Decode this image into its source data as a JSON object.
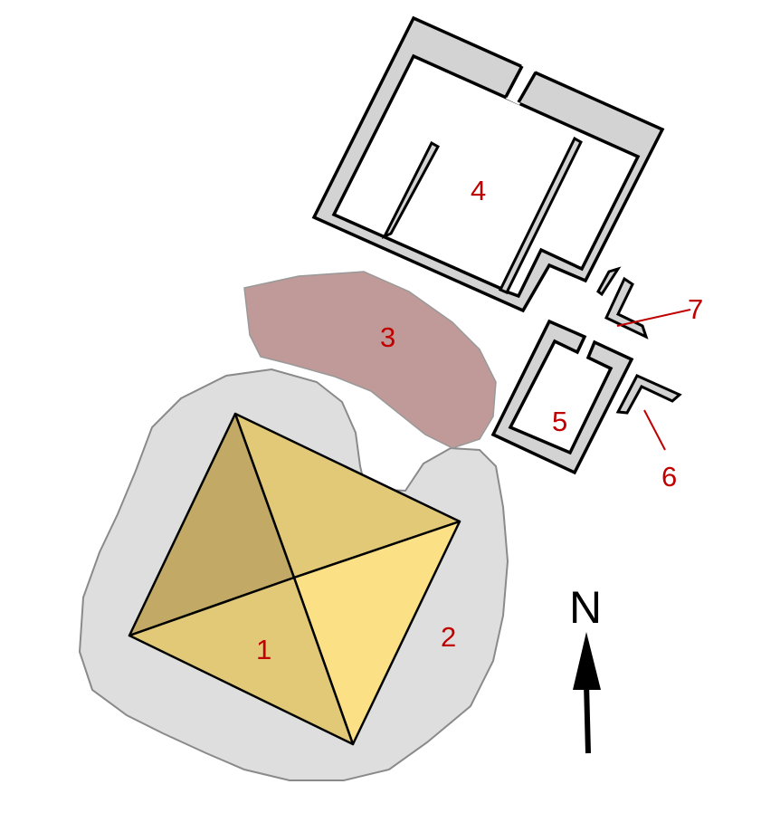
{
  "labels": {
    "pyramid": "1",
    "enclosure": "2",
    "rubble_area": "3",
    "building_large": "4",
    "building_small": "5",
    "structure_6": "6",
    "structure_7": "7"
  },
  "north_label": "N",
  "colors": {
    "label": "#c00000",
    "wall_fill": "#d3d3d3",
    "enclosure_fill": "#dedede",
    "rubble_fill": "#bf9a98",
    "pyramid_face_dark": "#c2aa66",
    "pyramid_face_mid": "#e2c977",
    "pyramid_face_light": "#fbe085"
  }
}
